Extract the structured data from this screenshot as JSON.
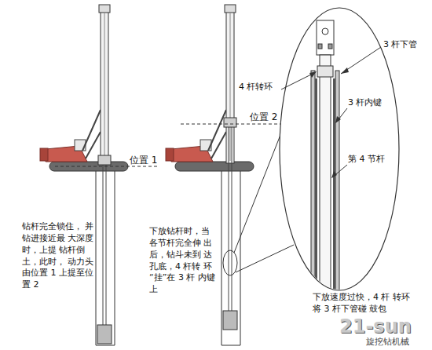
{
  "diagram": {
    "labels": [
      "位置 1",
      "钻杆完全锁住， 并钻进接近最 大深度时，上提 钻杆倒土，此时， 动力头由位置 1 上提至位置 2",
      "位置 2",
      "下放钻杆时，当 各节杆完全伸 出后，钻斗未到 达孔底，4 杆转 环“挂”在 3 杆 内键上",
      "3 杆下管",
      "4 杆转环",
      "3 杆内键",
      "第 4 节杆",
      "下放速度过快，4 杆 转环将 3 杆下管碰 鼓包",
      "21-sun",
      "旋挖钻机械"
    ]
  }
}
